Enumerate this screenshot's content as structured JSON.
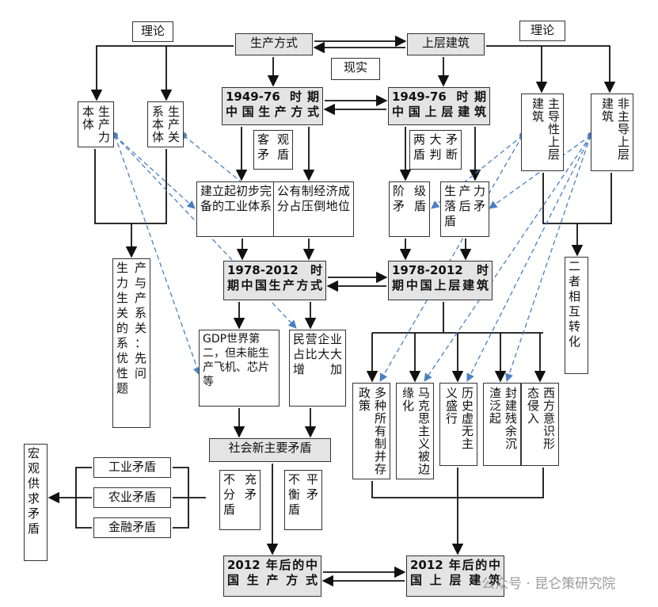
{
  "diagram": {
    "nodes": {
      "n_lilun_l": "理论",
      "n_shengchan_fangshi": "生产方式",
      "n_shangceng": "上层建筑",
      "n_lilun_r": "理论",
      "n_xianshi": "现实",
      "n_p1949_prod": "1949-76 时期中国生产方式",
      "n_p1949_super": "1949-76 时期中国上层建筑",
      "n_prodforce_main": "生产力本体",
      "n_prodrel_main": "生产关系本体",
      "n_keguan": "客观矛盾",
      "n_liangda": "两大矛盾判断",
      "n_zhudao": "主导性上层建筑",
      "n_feizhudao": "非主导上层建筑",
      "n_gongye_tixi": "建立起初步完备的工业体系",
      "n_gongyouzhi": "公有制经济成分占压倒地位",
      "n_jieji": "阶级矛盾",
      "n_luohou": "生产力落后矛盾",
      "n_shengchanli_guanxi": "生产力与生产关系的关系：优先性问题",
      "n_p1978_prod": "1978-2012 时期中国生产方式",
      "n_p1978_super": "1978-2012 时期中国上层建筑",
      "n_erzhe": "二者相互转化",
      "n_gdp": "GDP世界第二，但未能生产飞机、芯片等",
      "n_minying": "民营企业占比大大增加",
      "n_duozhong": "多种所有制并存政策",
      "n_makesi": "马克思主义被边缘化",
      "n_lishi": "历史虚无主义盛行",
      "n_fengjian": "封建残余沉渣泛起",
      "n_xifang": "西方意识形态侵入",
      "n_shehui": "社会新主要矛盾",
      "n_hongguan": "宏观供求矛盾",
      "n_gongye_maodun": "工业矛盾",
      "n_nongye_maodun": "农业矛盾",
      "n_jinrong_maodun": "金融矛盾",
      "n_bu_chongfen": "不充分矛盾",
      "n_bu_pingheng": "不平衡矛盾",
      "n_p2012_prod": "2012 年后的中国生产方式",
      "n_p2012_super": "2012 年后的中国上层建筑"
    },
    "colors": {
      "line": "#111111",
      "dashed": "#4a7fc1",
      "box_fill": "#ffffff",
      "box_fill_gray": "#e4e4e4"
    }
  },
  "watermark": "公众号 · 昆仑策研究院"
}
